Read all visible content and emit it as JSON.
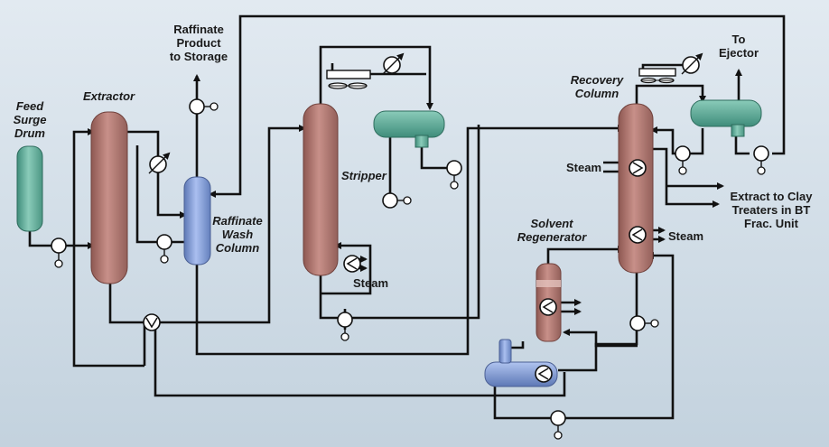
{
  "colors": {
    "background_top": "#dfe8ef",
    "background_bottom": "#c4d3de",
    "vessel_red": "#b47a73",
    "vessel_green": "#6fb7a3",
    "vessel_blue": "#8fa9dc",
    "pipe": "#111111"
  },
  "labels": {
    "feed_surge_drum": "Feed\nSurge\nDrum",
    "extractor": "Extractor",
    "raffinate_product": "Raffinate\nProduct\nto Storage",
    "raffinate_wash_column": "Raffinate\nWash\nColumn",
    "stripper": "Stripper",
    "steam_stripper": "Steam",
    "solvent_regenerator": "Solvent\nRegenerator",
    "recovery_column": "Recovery\nColumn",
    "to_ejector": "To\nEjector",
    "steam_recovery_top": "Steam",
    "steam_recovery_bottom": "Steam",
    "extract_to_clay": "Extract to Clay\nTreaters in BT\nFrac. Unit"
  },
  "icons": {
    "pump": "pump-icon",
    "control_valve": "control-valve-icon",
    "heat_exchanger": "heat-exchanger-icon",
    "air_cooler": "air-cooler-icon"
  }
}
